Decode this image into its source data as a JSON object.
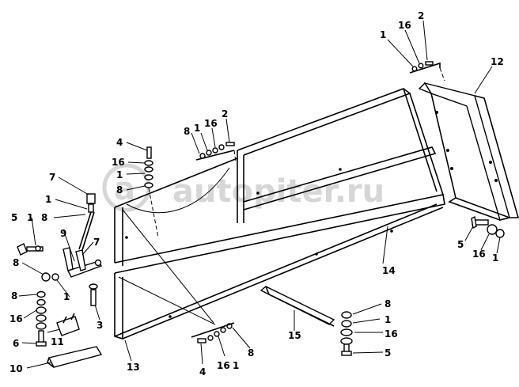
{
  "watermark": "autopiter.ru",
  "colors": {
    "line": "#000000",
    "background": "#ffffff",
    "watermark": "#d6d6d6"
  },
  "callouts": [
    {
      "id": "c1",
      "text": "1"
    },
    {
      "id": "c2",
      "text": "16"
    },
    {
      "id": "c3",
      "text": "2"
    },
    {
      "id": "c4",
      "text": "12"
    },
    {
      "id": "c5",
      "text": "8"
    },
    {
      "id": "c6",
      "text": "1"
    },
    {
      "id": "c7",
      "text": "16"
    },
    {
      "id": "c8",
      "text": "2"
    },
    {
      "id": "c9",
      "text": "4"
    },
    {
      "id": "c10",
      "text": "16"
    },
    {
      "id": "c11",
      "text": "1"
    },
    {
      "id": "c12",
      "text": "8"
    },
    {
      "id": "c13",
      "text": "7"
    },
    {
      "id": "c14",
      "text": "1"
    },
    {
      "id": "c15",
      "text": "8"
    },
    {
      "id": "c16",
      "text": "5"
    },
    {
      "id": "c17",
      "text": "1"
    },
    {
      "id": "c18",
      "text": "9"
    },
    {
      "id": "c19",
      "text": "7"
    },
    {
      "id": "c20",
      "text": "8"
    },
    {
      "id": "c21",
      "text": "1"
    },
    {
      "id": "c22",
      "text": "8"
    },
    {
      "id": "c23",
      "text": "16"
    },
    {
      "id": "c24",
      "text": "3"
    },
    {
      "id": "c25",
      "text": "6"
    },
    {
      "id": "c26",
      "text": "11"
    },
    {
      "id": "c27",
      "text": "10"
    },
    {
      "id": "c28",
      "text": "13"
    },
    {
      "id": "c29",
      "text": "4"
    },
    {
      "id": "c30",
      "text": "16"
    },
    {
      "id": "c31",
      "text": "1"
    },
    {
      "id": "c32",
      "text": "8"
    },
    {
      "id": "c33",
      "text": "14"
    },
    {
      "id": "c34",
      "text": "15"
    },
    {
      "id": "c35",
      "text": "8"
    },
    {
      "id": "c36",
      "text": "1"
    },
    {
      "id": "c37",
      "text": "16"
    },
    {
      "id": "c38",
      "text": "5"
    },
    {
      "id": "c39",
      "text": "5"
    },
    {
      "id": "c40",
      "text": "16"
    },
    {
      "id": "c41",
      "text": "1"
    }
  ]
}
